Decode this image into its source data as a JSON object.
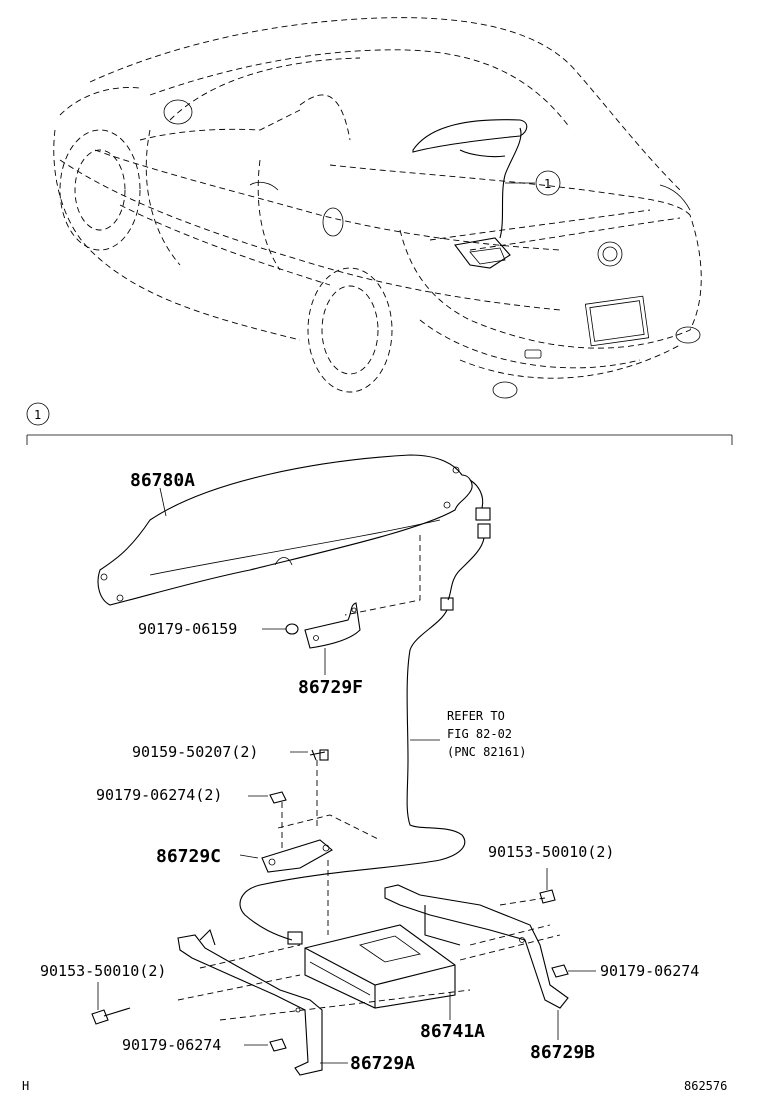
{
  "callout": {
    "marker": "1"
  },
  "parts": {
    "p86780A": "86780A",
    "p90179_06159": "90179-06159",
    "p86729F": "86729F",
    "p90159_50207": "90159-50207(2)",
    "p90179_06274_2": "90179-06274(2)",
    "p86729C": "86729C",
    "p90153_50010_right": "90153-50010(2)",
    "p90179_06274_right": "90179-06274",
    "p90153_50010_left": "90153-50010(2)",
    "p86741A": "86741A",
    "p90179_06274_bottom": "90179-06274",
    "p86729A": "86729A",
    "p86729B": "86729B"
  },
  "refer": {
    "line1": "REFER TO",
    "line2": "FIG 82-02",
    "line3": "(PNC 82161)"
  },
  "footer": {
    "left_code": "H",
    "figure_id": "862576"
  }
}
